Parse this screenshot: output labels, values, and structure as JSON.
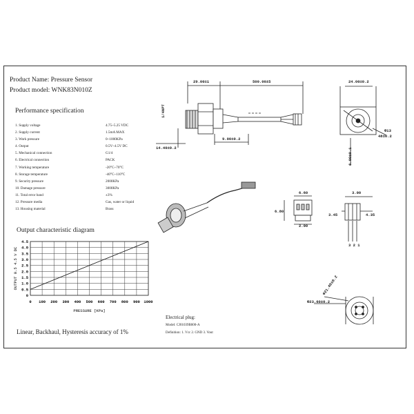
{
  "header": {
    "product_name": "Product Name: Pressure Sensor",
    "product_model": "Product model: WNK83N010Z"
  },
  "performance": {
    "title": "Performance specification",
    "items": [
      {
        "label": "1. Supply voltage",
        "value": "4.75~5.25 VDC"
      },
      {
        "label": "2. Supply current",
        "value": "1.5mA MAX"
      },
      {
        "label": "3. Work pressure",
        "value": "0~1000KPa"
      },
      {
        "label": "4. Output",
        "value": "0.5V~4.5V DC"
      },
      {
        "label": "5. Mechanical connection",
        "value": "G1/4"
      },
      {
        "label": "6. Electrical connection",
        "value": "PACK"
      },
      {
        "label": "7. Working temperature",
        "value": "-20°C~70°C"
      },
      {
        "label": "8. Storage temperature",
        "value": "-40°C~110°C"
      },
      {
        "label": "9. Security pressure",
        "value": "2000KPa"
      },
      {
        "label": "10. Damage pressure",
        "value": "3000KPa"
      },
      {
        "label": "11. Total error band",
        "value": "±3%"
      },
      {
        "label": "12. Pressure media",
        "value": "Gas, water or liquid"
      },
      {
        "label": "13. Housing material",
        "value": "Brass"
      }
    ]
  },
  "output_diagram": {
    "title": "Output characteristic diagram",
    "caption": "Linear, Backhaul, Hysteresis accuracy of 1%"
  },
  "chart_data": {
    "type": "line",
    "title": "Output characteristic diagram",
    "xlabel": "PRESSURE [KPa]",
    "ylabel": "OUTPUT 0.5 4.5 V DC",
    "x_ticks": [
      0,
      100,
      200,
      300,
      400,
      500,
      600,
      700,
      800,
      900,
      1000
    ],
    "y_ticks": [
      "0",
      "0.5",
      "1.0",
      "1.5",
      "2.0",
      "2.5",
      "3.0",
      "3.5",
      "4.0",
      "4.5"
    ],
    "xlim": [
      0,
      1000
    ],
    "ylim": [
      0,
      4.5
    ],
    "grid": true,
    "series": [
      {
        "x": [
          0,
          1000
        ],
        "y": [
          0.5,
          4.5
        ]
      }
    ]
  },
  "drawing": {
    "dims": {
      "d1": "29.00±1",
      "d2": "500.00±5",
      "d3": "24.00±0.2",
      "d4": "1/4NPT",
      "d5": "14.40±0.2",
      "d6": "9.00±0.2",
      "d7": "Φ13",
      "d8": "48±0.2",
      "d9": "6.00±0.1",
      "d10": "6.60",
      "d11": "3.00",
      "d12": "6.80",
      "d13": "2.00",
      "d14": "3.45",
      "d15": "4.35",
      "d16": "3 2 1",
      "d17": "Φ21.40±0.2",
      "d18": "Φ23.60±0.2"
    }
  },
  "electrical_plug": {
    "title": "Electrical plug:",
    "model": "Model:  CJ01039B000-A",
    "definition": "Definition:  1. Vcc      2. GND      3. Vout"
  },
  "colors": {
    "line": "#222222",
    "grid": "#333333",
    "background": "#ffffff"
  }
}
